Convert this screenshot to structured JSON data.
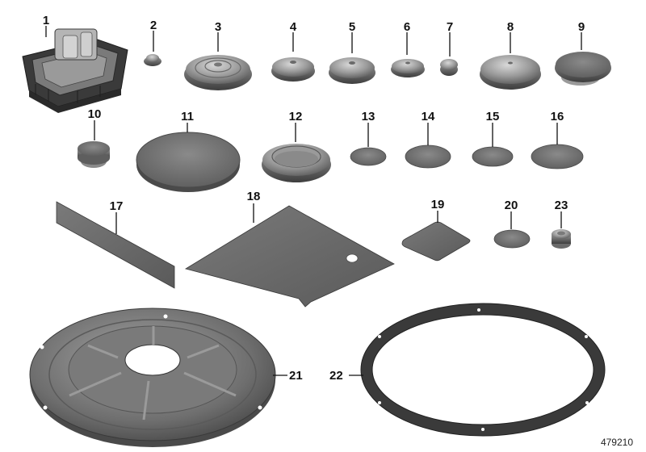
{
  "callouts": {
    "c1": "1",
    "c2": "2",
    "c3": "3",
    "c4": "4",
    "c5": "5",
    "c6": "6",
    "c7": "7",
    "c8": "8",
    "c9": "9",
    "c10": "10",
    "c11": "11",
    "c12": "12",
    "c13": "13",
    "c14": "14",
    "c15": "15",
    "c16": "16",
    "c17": "17",
    "c18": "18",
    "c19": "19",
    "c20": "20",
    "c21": "21",
    "c22": "22",
    "c23": "23"
  },
  "diagram_ref": "479210",
  "colors": {
    "rubber_dark": "#5e5e5e",
    "rubber_mid": "#8a8a8a",
    "rubber_light": "#bdbdbd",
    "foil": "#666666",
    "gasket": "#3a3a3a"
  }
}
